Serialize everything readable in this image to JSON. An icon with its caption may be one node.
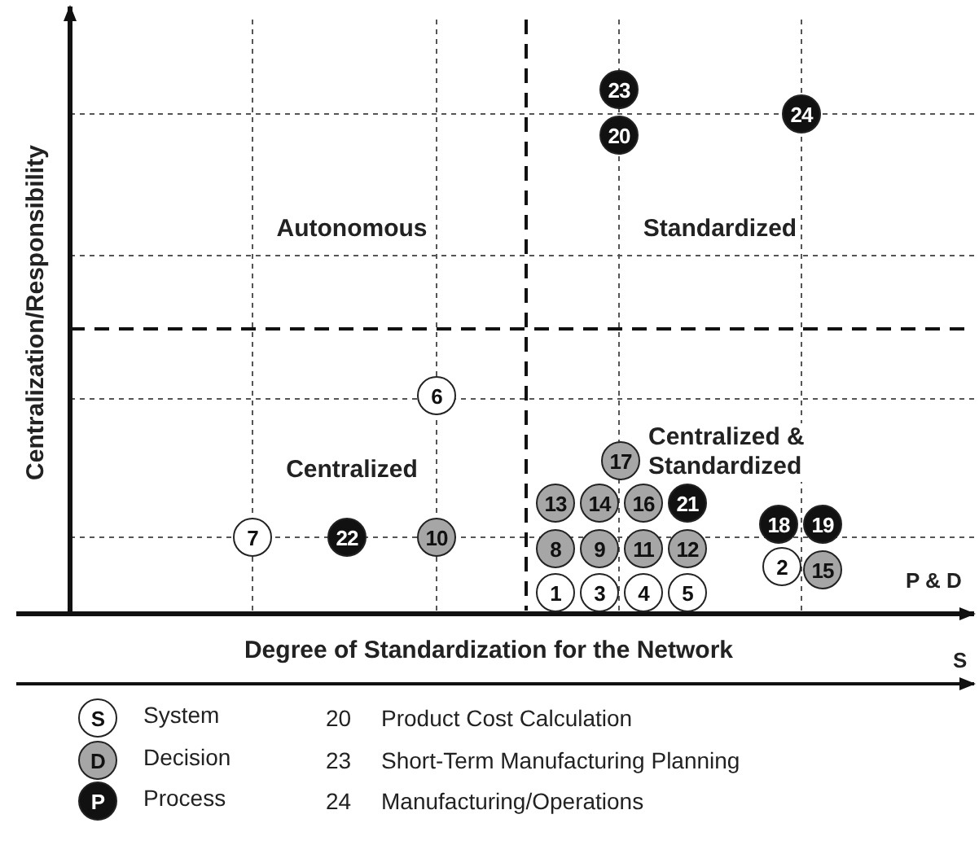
{
  "diagram": {
    "nodes": [
      {
        "text": [
          "23"
        ]
      },
      {
        "text": [
          "24"
        ]
      },
      {
        "text": [
          "20"
        ]
      },
      {
        "text": [
          "6"
        ]
      },
      {
        "text": [
          "17"
        ]
      },
      {
        "text": [
          "13"
        ]
      },
      {
        "text": [
          "14"
        ]
      },
      {
        "text": [
          "16"
        ]
      },
      {
        "text": [
          "21"
        ]
      },
      {
        "text": [
          "18"
        ]
      },
      {
        "text": [
          "19"
        ]
      },
      {
        "text": [
          "7"
        ]
      },
      {
        "text": [
          "22"
        ]
      },
      {
        "text": [
          "10"
        ]
      },
      {
        "text": [
          "8"
        ]
      },
      {
        "text": [
          "9"
        ]
      },
      {
        "text": [
          "11"
        ]
      },
      {
        "text": [
          "12"
        ]
      },
      {
        "text": [
          "2"
        ]
      },
      {
        "text": [
          "15"
        ]
      },
      {
        "text": [
          "1"
        ]
      },
      {
        "text": [
          "3"
        ]
      },
      {
        "text": [
          "4"
        ]
      },
      {
        "text": [
          "5"
        ]
      },
      {
        "text": [
          "S"
        ],
        "beside": [
          "System"
        ]
      },
      {
        "text": [
          "D"
        ],
        "beside": [
          "Decision"
        ]
      },
      {
        "text": [
          "P"
        ],
        "beside": [
          "Process"
        ]
      }
    ],
    "edges": [],
    "labels": [
      "Centralization/Responsibility",
      "Autonomous",
      "Standardized",
      "Centralized",
      "Centralized & Standardized",
      "P & D",
      "Degree of Standardization for the Network",
      "S",
      "20",
      "Product Cost Calculation",
      "23",
      "Short-Term Manufacturing Planning",
      "24",
      "Manufacturing/Operations"
    ]
  }
}
